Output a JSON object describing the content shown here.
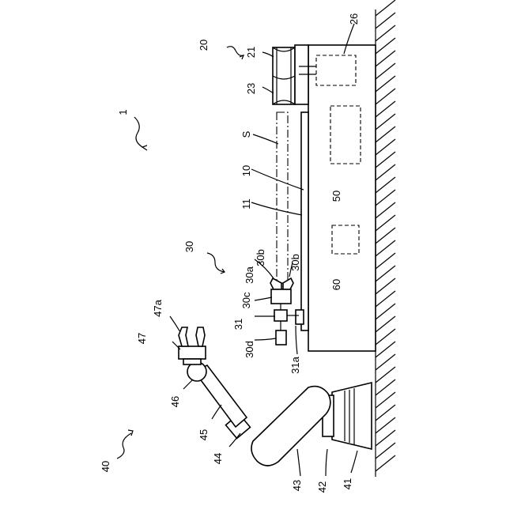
{
  "figure": {
    "labels": {
      "system": "1",
      "sheet_supply": "20",
      "roll": "21",
      "roll_core": "23",
      "controller_a": "26",
      "sheet": "S",
      "base": "10",
      "table": "11",
      "carriage": "30",
      "claw_a": "30a",
      "claw_b_upper": "30b",
      "claw_b_lower": "30b",
      "body_c": "30c",
      "holder": "31",
      "holder_d": "30d",
      "holder_foot": "31a",
      "controller_b": "50",
      "controller_c": "60",
      "robot": "40",
      "robot_base": "41",
      "robot_turret": "42",
      "lower_arm": "43",
      "upper_arm": "44",
      "forearm": "45",
      "wrist": "46",
      "hand": "47",
      "fingers": "47a"
    }
  }
}
